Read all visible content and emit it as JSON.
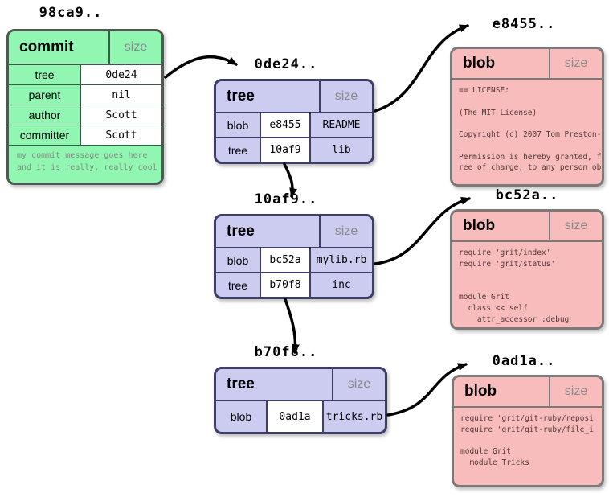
{
  "commit": {
    "label": "98ca9..",
    "title": "commit",
    "size": "size",
    "rows": [
      {
        "key": "tree",
        "value": "0de24"
      },
      {
        "key": "parent",
        "value": "nil"
      },
      {
        "key": "author",
        "value": "Scott"
      },
      {
        "key": "committer",
        "value": "Scott"
      }
    ],
    "message": "my commit message goes here\nand it is really, really cool"
  },
  "tree1": {
    "label": "0de24..",
    "title": "tree",
    "size": "size",
    "rows": [
      {
        "type": "blob",
        "hash": "e8455",
        "name": "README"
      },
      {
        "type": "tree",
        "hash": "10af9",
        "name": "lib"
      }
    ]
  },
  "tree2": {
    "label": "10af9..",
    "title": "tree",
    "size": "size",
    "rows": [
      {
        "type": "blob",
        "hash": "bc52a",
        "name": "mylib.rb"
      },
      {
        "type": "tree",
        "hash": "b70f8",
        "name": "inc"
      }
    ]
  },
  "tree3": {
    "label": "b70f8..",
    "title": "tree",
    "size": "size",
    "rows": [
      {
        "type": "blob",
        "hash": "0ad1a",
        "name": "tricks.rb"
      }
    ]
  },
  "blob1": {
    "label": "e8455..",
    "title": "blob",
    "size": "size",
    "content": "== LICENSE:\n\n(The MIT License)\n\nCopyright (c) 2007 Tom Preston-\n\nPermission is hereby granted, f\nree of charge, to any person ob"
  },
  "blob2": {
    "label": "bc52a..",
    "title": "blob",
    "size": "size",
    "content": "require 'grit/index'\nrequire 'grit/status'\n\n\nmodule Grit\n  class << self\n    attr_accessor :debug"
  },
  "blob3": {
    "label": "0ad1a..",
    "title": "blob",
    "size": "size",
    "content": "require 'grit/git-ruby/reposi\nrequire 'grit/git-ruby/file_i\n\nmodule Grit\n  module Tricks"
  },
  "colors": {
    "commit_fill": "#90f6b2",
    "tree_fill": "#ccccf0",
    "blob_fill": "#f9bcbc",
    "arrow": "#000000"
  }
}
